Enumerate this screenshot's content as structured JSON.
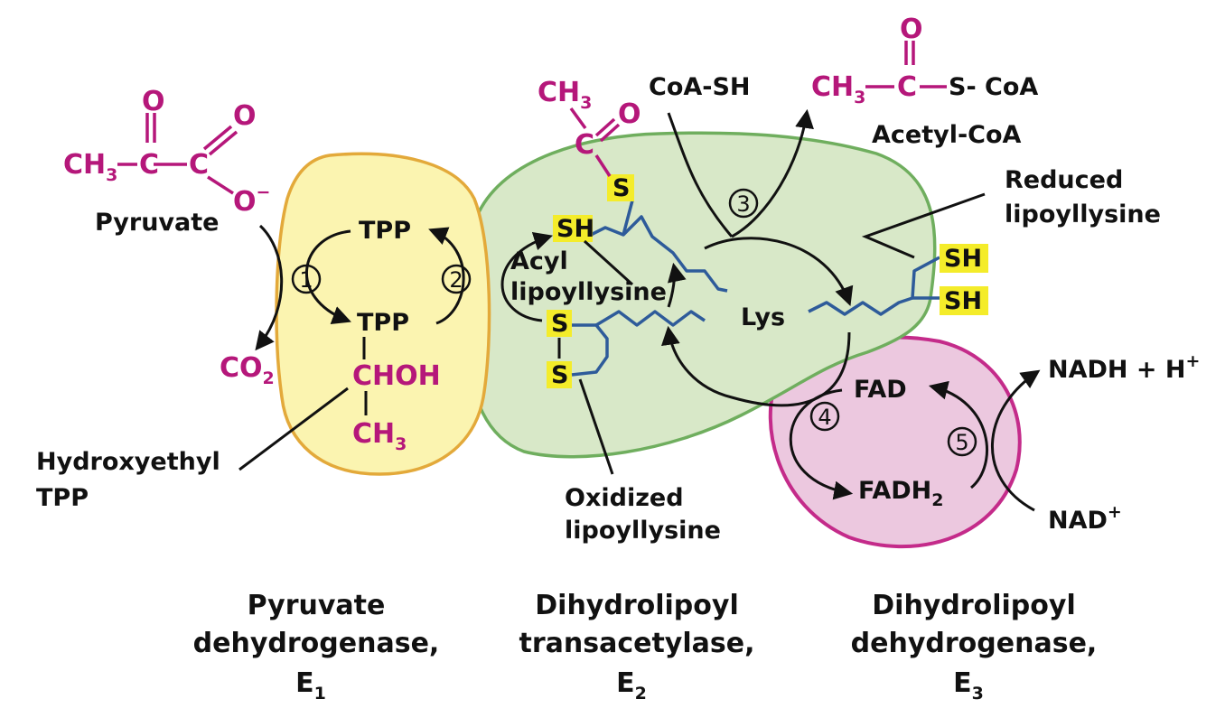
{
  "pyruvate": {
    "ch3": "CH",
    "ch3_sub": "3",
    "c1": "C",
    "c2": "C",
    "o_top1": "O",
    "o_top2": "O",
    "o_minus": "O",
    "o_minus_sup": "−",
    "name": "Pyruvate"
  },
  "co2": {
    "base": "CO",
    "sub": "2"
  },
  "e1": {
    "tpp_top": "TPP",
    "tpp_mid": "TPP",
    "chohd": "CHOH",
    "ch3": "CH",
    "ch3_sub": "3",
    "hydroxyethyl_line1": "Hydroxyethyl",
    "hydroxyethyl_line2": "TPP"
  },
  "steps": {
    "s1": "1",
    "s2": "2",
    "s3": "3",
    "s4": "4",
    "s5": "5"
  },
  "e2": {
    "acyl_ch3": "CH",
    "acyl_ch3_sub": "3",
    "acyl_c": "C",
    "acyl_o": "O",
    "s_top": "S",
    "sh_acyl": "SH",
    "acyl_label_line1": "Acyl",
    "acyl_label_line2": "lipoyllysine",
    "s_ox1": "S",
    "s_ox2": "S",
    "oxidized_line1": "Oxidized",
    "oxidized_line2": "lipoyllysine",
    "lys": "Lys",
    "sh_red1": "SH",
    "sh_red2": "SH",
    "reduced_line1": "Reduced",
    "reduced_line2": "lipoyllysine"
  },
  "coa": {
    "coash": "CoA-SH",
    "acetyl_ch3": "CH",
    "acetyl_ch3_sub": "3",
    "acetyl_c": "C",
    "acetyl_o": "O",
    "acetyl_scoa": "S- CoA",
    "acetyl_name": "Acetyl-CoA"
  },
  "e3": {
    "fad": "FAD",
    "fadh": "FADH",
    "fadh_sub": "2",
    "nadh": "NADH + H",
    "nadh_sup": "+",
    "nad": "NAD",
    "nad_sup": "+"
  },
  "enzymes": {
    "e1_line1": "Pyruvate",
    "e1_line2": "dehydrogenase,",
    "e1_line3": "E",
    "e1_sub": "1",
    "e2_line1": "Dihydrolipoyl",
    "e2_line2": "transacetylase,",
    "e2_line3": "E",
    "e2_sub": "2",
    "e3_line1": "Dihydrolipoyl",
    "e3_line2": "dehydrogenase,",
    "e3_line3": "E",
    "e3_sub": "3"
  },
  "colors": {
    "e1_fill": "#fbf4b0",
    "e1_stroke": "#e3a93a",
    "e2_fill": "#d8e8c8",
    "e2_stroke": "#6fae5e",
    "e3_fill": "#ecc8df",
    "e3_stroke": "#c42b8a",
    "magenta": "#b5177a",
    "chain_blue": "#2e5b9a",
    "highlight": "#f4ec2a"
  }
}
